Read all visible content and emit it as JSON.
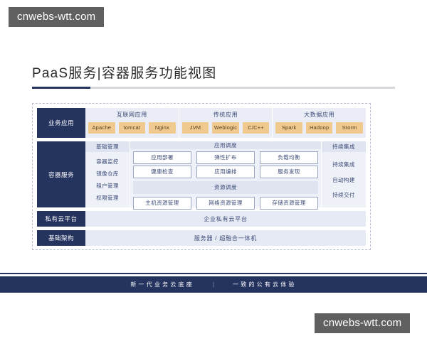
{
  "watermarks": {
    "top": "cnwebs-wtt.com",
    "bottom": "cnwebs-wtt.com"
  },
  "title": "PaaS服务|容器服务功能视图",
  "diagram": {
    "business": {
      "side_label": "业务应用",
      "groups": [
        {
          "title": "互联网应用",
          "chips": [
            "Apache",
            "tomcat",
            "Nginx"
          ]
        },
        {
          "title": "传统应用",
          "chips": [
            "JVM",
            "Weblogic",
            "C/C++"
          ]
        },
        {
          "title": "大数据应用",
          "chips": [
            "Spark",
            "Hadoop",
            "Storm"
          ]
        }
      ]
    },
    "container": {
      "side_label": "容器服务",
      "left": {
        "head": "基础管理",
        "items": [
          "容器监控",
          "镜像仓库",
          "租户管理",
          "权限管理"
        ]
      },
      "middle": {
        "head": "应用调度",
        "row1": [
          "应用部署",
          "弹性扩布",
          "负载均衡"
        ],
        "row2": [
          "健康检查",
          "应用编排",
          "服务发现"
        ],
        "sub_head": "资源调度",
        "row3": [
          "主机资源管理",
          "网络资源管理",
          "存储资源管理"
        ]
      },
      "right": {
        "head": "持续集成",
        "items": [
          "持续集成",
          "自动构建",
          "持续交付"
        ]
      }
    },
    "cloud": {
      "side_label": "私有云平台",
      "value": "企业私有云平台"
    },
    "infra": {
      "side_label": "基础架构",
      "value": "服务器 / 超融合一体机"
    }
  },
  "footer": {
    "left": "新一代业务云底座",
    "separator": "|",
    "right": "一致的公有云体验"
  },
  "colors": {
    "navy": "#25335f",
    "chip_orange": "#f0c98e",
    "panel_blue": "#eef1f8",
    "head_blue": "#dfe4f0",
    "watermark_gray": "#606060"
  }
}
